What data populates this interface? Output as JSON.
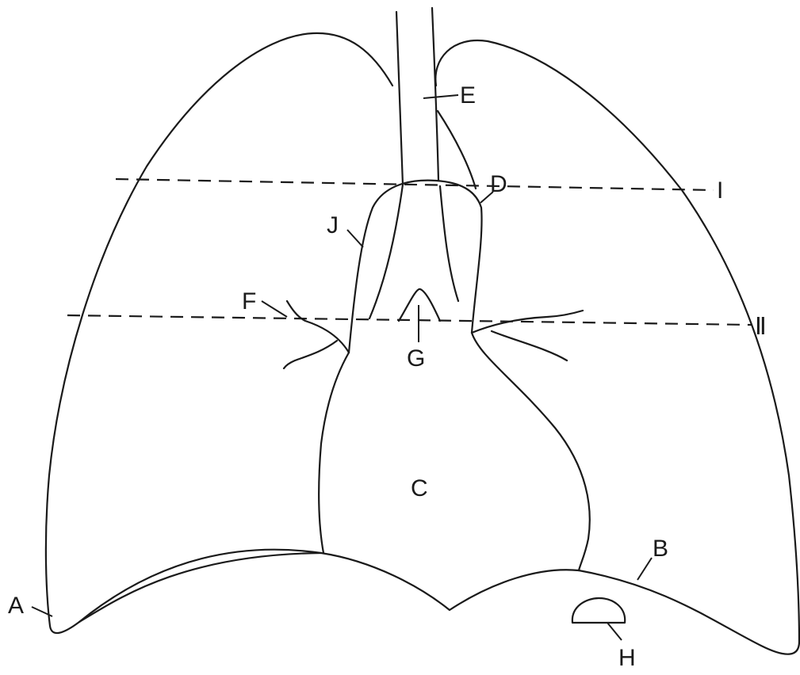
{
  "labels": {
    "A": "A",
    "B": "B",
    "C": "C",
    "D": "D",
    "E": "E",
    "F": "F",
    "G": "G",
    "H": "H",
    "J": "J",
    "I": "I",
    "II": "Ⅱ"
  }
}
